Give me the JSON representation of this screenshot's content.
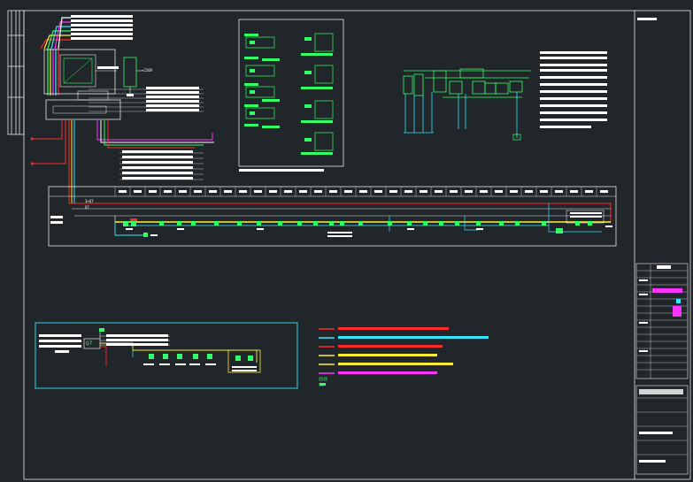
{
  "colors": {
    "background": "#21262b",
    "frame": "#e8e8e8",
    "red": "#ff2a2a",
    "green": "#33ff66",
    "cyan": "#33e6ff",
    "yellow": "#ffee33",
    "magenta": "#ff33ff",
    "white": "#ffffff"
  },
  "texts": {
    "voltage_label": "~220V",
    "device_q7": "Q7",
    "bus_label_1": "3×Q7",
    "bus_label_2": "Q7",
    "legend_squares_label": "□□"
  }
}
